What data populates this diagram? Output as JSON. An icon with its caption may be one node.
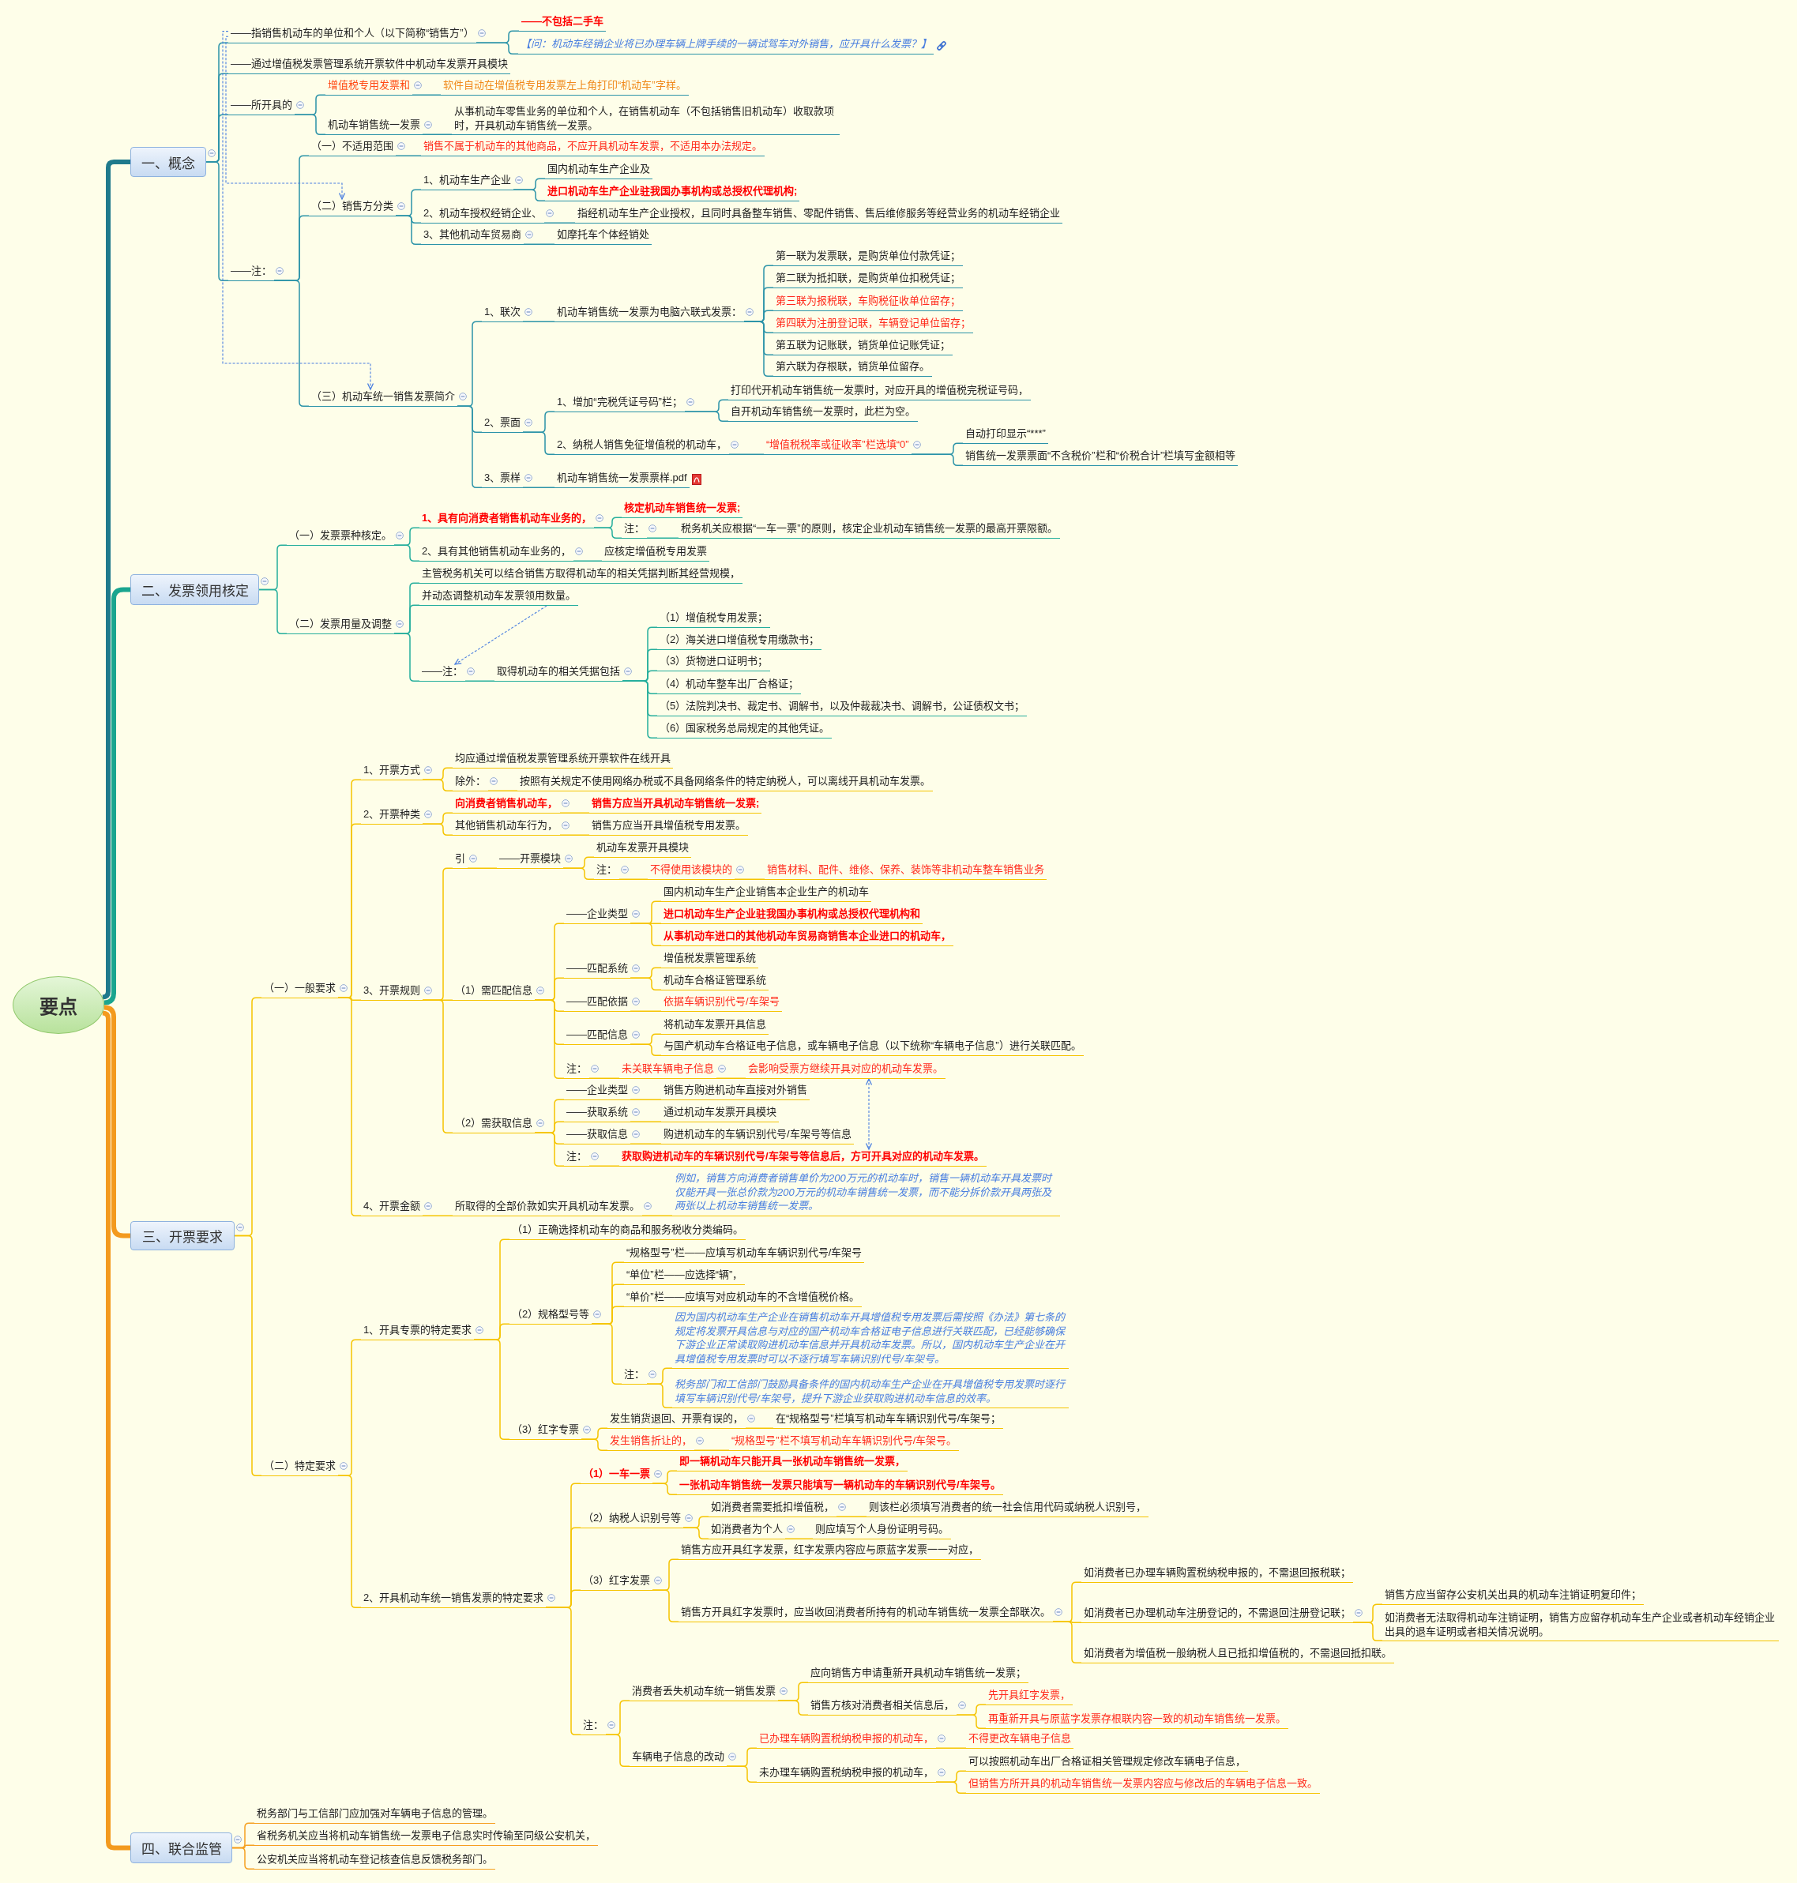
{
  "diagram": {
    "nodes": [
      {
        "text": [
          "要点"
        ]
      },
      {
        "text": [
          "一、概念"
        ]
      },
      {
        "text": [
          "——指销售机动车的单位和个人（以下简称“销售方”）"
        ]
      },
      {
        "text": [
          "——不包括二手车"
        ]
      },
      {
        "text": [
          "【问：机动车经销企业将已办理车辆上牌手续的一辆试驾车对外销售，应开具什么发票？】"
        ]
      },
      {
        "text": [
          "——通过增值税发票管理系统开票软件中机动车发票开具模块"
        ]
      },
      {
        "text": [
          "——所开具的"
        ]
      },
      {
        "text": [
          "增值税专用发票和"
        ]
      },
      {
        "text": [
          "软件自动在增值税专用发票左上角打印“机动车”字样。"
        ]
      },
      {
        "text": [
          "机动车销售统一发票"
        ]
      },
      {
        "text": [
          "从事机动车零售业务的单位和个人，在销售机动车（不包括销售旧机动车）收取款项时，开具机动车销售统一发票。"
        ]
      },
      {
        "text": [
          "——注："
        ]
      },
      {
        "text": [
          "（一）不适用范围"
        ]
      },
      {
        "text": [
          "销售不属于机动车的其他商品，不应开具机动车发票，不适用本办法规定。"
        ]
      },
      {
        "text": [
          "（二）销售方分类"
        ]
      },
      {
        "text": [
          "1、机动车生产企业"
        ]
      },
      {
        "text": [
          "国内机动车生产企业及"
        ]
      },
      {
        "text": [
          "进口机动车生产企业驻我国办事机构或总授权代理机构;"
        ]
      },
      {
        "text": [
          "2、机动车授权经销企业、"
        ]
      },
      {
        "text": [
          "指经机动车生产企业授权，且同时具备整车销售、零配件销售、售后维修服务等经营业务的机动车经销企业"
        ]
      },
      {
        "text": [
          "3、其他机动车贸易商"
        ]
      },
      {
        "text": [
          "如摩托车个体经销处"
        ]
      },
      {
        "text": [
          "（三）机动车统一销售发票简介"
        ]
      },
      {
        "text": [
          "1、联次"
        ]
      },
      {
        "text": [
          "机动车销售统一发票为电脑六联式发票："
        ]
      },
      {
        "text": [
          "第一联为发票联，是购货单位付款凭证；"
        ]
      },
      {
        "text": [
          "第二联为抵扣联，是购货单位扣税凭证；"
        ]
      },
      {
        "text": [
          "第三联为报税联，车购税征收单位留存；"
        ]
      },
      {
        "text": [
          "第四联为注册登记联，车辆登记单位留存；"
        ]
      },
      {
        "text": [
          "第五联为记账联，销货单位记账凭证；"
        ]
      },
      {
        "text": [
          "第六联为存根联，销货单位留存。"
        ]
      },
      {
        "text": [
          "2、票面"
        ]
      },
      {
        "text": [
          "1、增加“完税凭证号码”栏；"
        ]
      },
      {
        "text": [
          "打印代开机动车销售统一发票时，对应开具的增值税完税证号码，"
        ]
      },
      {
        "text": [
          "自开机动车销售统一发票时，此栏为空。"
        ]
      },
      {
        "text": [
          "2、纳税人销售免征增值税的机动车，"
        ]
      },
      {
        "text": [
          "“增值税税率或征收率”栏选填“0”"
        ]
      },
      {
        "text": [
          "自动打印显示“***”"
        ]
      },
      {
        "text": [
          "销售统一发票票面“不含税价”栏和“价税合计”栏填写金额相等"
        ]
      },
      {
        "text": [
          "3、票样"
        ]
      },
      {
        "text": [
          "机动车销售统一发票票样.pdf"
        ]
      },
      {
        "text": [
          "二、发票领用核定"
        ]
      },
      {
        "text": [
          "（一）发票票种核定。"
        ]
      },
      {
        "text": [
          "1、具有向消费者销售机动车业务的，"
        ]
      },
      {
        "text": [
          "核定机动车销售统一发票;"
        ]
      },
      {
        "text": [
          "注："
        ]
      },
      {
        "text": [
          "税务机关应根据“一车一票”的原则，核定企业机动车销售统一发票的最高开票限额。"
        ]
      },
      {
        "text": [
          "2、具有其他销售机动车业务的，"
        ]
      },
      {
        "text": [
          "应核定增值税专用发票"
        ]
      },
      {
        "text": [
          "（二）发票用量及调整"
        ]
      },
      {
        "text": [
          "主管税务机关可以结合销售方取得机动车的相关凭据判断其经营规模，"
        ]
      },
      {
        "text": [
          "并动态调整机动车发票领用数量。"
        ]
      },
      {
        "text": [
          "——注："
        ]
      },
      {
        "text": [
          "取得机动车的相关凭据包括"
        ]
      },
      {
        "text": [
          "（1）增值税专用发票；"
        ]
      },
      {
        "text": [
          "（2）海关进口增值税专用缴款书；"
        ]
      },
      {
        "text": [
          "（3）货物进口证明书；"
        ]
      },
      {
        "text": [
          "（4）机动车整车出厂合格证；"
        ]
      },
      {
        "text": [
          "（5）法院判决书、裁定书、调解书，以及仲裁裁决书、调解书，公证债权文书；"
        ]
      },
      {
        "text": [
          "（6）国家税务总局规定的其他凭证。"
        ]
      },
      {
        "text": [
          "三、开票要求"
        ]
      },
      {
        "text": [
          "（一）一般要求"
        ]
      },
      {
        "text": [
          "1、开票方式"
        ]
      },
      {
        "text": [
          "均应通过增值税发票管理系统开票软件在线开具"
        ]
      },
      {
        "text": [
          "除外："
        ]
      },
      {
        "text": [
          "按照有关规定不使用网络办税或不具备网络条件的特定纳税人，可以离线开具机动车发票。"
        ]
      },
      {
        "text": [
          "2、开票种类"
        ]
      },
      {
        "text": [
          "向消费者销售机动车，"
        ]
      },
      {
        "text": [
          "销售方应当开具机动车销售统一发票;"
        ]
      },
      {
        "text": [
          "其他销售机动车行为，"
        ]
      },
      {
        "text": [
          "销售方应当开具增值税专用发票。"
        ]
      },
      {
        "text": [
          "3、开票规则"
        ]
      },
      {
        "text": [
          "引"
        ]
      },
      {
        "text": [
          "——开票模块"
        ]
      },
      {
        "text": [
          "机动车发票开具模块"
        ]
      },
      {
        "text": [
          "注："
        ]
      },
      {
        "text": [
          "不得使用该模块的"
        ]
      },
      {
        "text": [
          "销售材料、配件、维修、保养、装饰等非机动车整车销售业务"
        ]
      },
      {
        "text": [
          "（1）需匹配信息"
        ]
      },
      {
        "text": [
          "——企业类型"
        ]
      },
      {
        "text": [
          "国内机动车生产企业销售本企业生产的机动车"
        ]
      },
      {
        "text": [
          "进口机动车生产企业驻我国办事机构或总授权代理机构和"
        ]
      },
      {
        "text": [
          "从事机动车进口的其他机动车贸易商销售本企业进口的机动车，"
        ]
      },
      {
        "text": [
          "——匹配系统"
        ]
      },
      {
        "text": [
          "增值税发票管理系统"
        ]
      },
      {
        "text": [
          "机动车合格证管理系统"
        ]
      },
      {
        "text": [
          "——匹配依据"
        ]
      },
      {
        "text": [
          "依据车辆识别代号/车架号"
        ]
      },
      {
        "text": [
          "——匹配信息"
        ]
      },
      {
        "text": [
          "将机动车发票开具信息"
        ]
      },
      {
        "text": [
          "与国产机动车合格证电子信息，或车辆电子信息（以下统称“车辆电子信息”）进行关联匹配。"
        ]
      },
      {
        "text": [
          "注："
        ]
      },
      {
        "text": [
          "未关联车辆电子信息"
        ]
      },
      {
        "text": [
          "会影响受票方继续开具对应的机动车发票。"
        ]
      },
      {
        "text": [
          "（2）需获取信息"
        ]
      },
      {
        "text": [
          "——企业类型"
        ]
      },
      {
        "text": [
          "销售方购进机动车直接对外销售"
        ]
      },
      {
        "text": [
          "——获取系统"
        ]
      },
      {
        "text": [
          "通过机动车发票开具模块"
        ]
      },
      {
        "text": [
          "——获取信息"
        ]
      },
      {
        "text": [
          "购进机动车的车辆识别代号/车架号等信息"
        ]
      },
      {
        "text": [
          "注："
        ]
      },
      {
        "text": [
          "获取购进机动车的车辆识别代号/车架号等信息后，方可开具对应的机动车发票。"
        ]
      },
      {
        "text": [
          "4、开票金额"
        ]
      },
      {
        "text": [
          "所取得的全部价款如实开具机动车发票。"
        ]
      },
      {
        "text": [
          "例如，销售方向消费者销售单价为200万元的机动车时，销售一辆机动车开具发票时仅能开具一张总价款为200万元的机动车销售统一发票，而不能分拆价款开具两张及两张以上机动车销售统一发票。"
        ]
      },
      {
        "text": [
          "（二）特定要求"
        ]
      },
      {
        "text": [
          "1、开具专票的特定要求"
        ]
      },
      {
        "text": [
          "（1）正确选择机动车的商品和服务税收分类编码。"
        ]
      },
      {
        "text": [
          "（2）规格型号等"
        ]
      },
      {
        "text": [
          "“规格型号”栏——应填写机动车车辆识别代号/车架号"
        ]
      },
      {
        "text": [
          "“单位”栏——应选择“辆”，"
        ]
      },
      {
        "text": [
          "“单价”栏——应填写对应机动车的不含增值税价格。"
        ]
      },
      {
        "text": [
          "注："
        ]
      },
      {
        "text": [
          "因为国内机动车生产企业在销售机动车开具增值税专用发票后需按照《办法》第七条的规定将发票开具信息与对应的国产机动车合格证电子信息进行关联匹配，已经能够确保下游企业正常读取购进机动车信息并开具机动车发票。所以，国内机动车生产企业在开具增值税专用发票时可以不逐行填写车辆识别代号/车架号。"
        ]
      },
      {
        "text": [
          "税务部门和工信部门鼓励具备条件的国内机动车生产企业在开具增值税专用发票时逐行填写车辆识别代号/车架号，提升下游企业获取购进机动车信息的效率。"
        ]
      },
      {
        "text": [
          "（3）红字专票"
        ]
      },
      {
        "text": [
          "发生销货退回、开票有误的，"
        ]
      },
      {
        "text": [
          "在“规格型号”栏填写机动车车辆识别代号/车架号；"
        ]
      },
      {
        "text": [
          "发生销售折让的，"
        ]
      },
      {
        "text": [
          "“规格型号”栏不填写机动车车辆识别代号/车架号。"
        ]
      },
      {
        "text": [
          "2、开具机动车统一销售发票的特定要求"
        ]
      },
      {
        "text": [
          "（1）一车一票"
        ]
      },
      {
        "text": [
          "即一辆机动车只能开具一张机动车销售统一发票，"
        ]
      },
      {
        "text": [
          "一张机动车销售统一发票只能填写一辆机动车的车辆识别代号/车架号。"
        ]
      },
      {
        "text": [
          "（2）纳税人识别号等"
        ]
      },
      {
        "text": [
          "如消费者需要抵扣增值税，"
        ]
      },
      {
        "text": [
          "则该栏必须填写消费者的统一社会信用代码或纳税人识别号，"
        ]
      },
      {
        "text": [
          "如消费者为个人"
        ]
      },
      {
        "text": [
          "则应填写个人身份证明号码。"
        ]
      },
      {
        "text": [
          "（3）红字发票"
        ]
      },
      {
        "text": [
          "销售方应开具红字发票，红字发票内容应与原蓝字发票一一对应，"
        ]
      },
      {
        "text": [
          "销售方开具红字发票时，应当收回消费者所持有的机动车销售统一发票全部联次。"
        ]
      },
      {
        "text": [
          "如消费者已办理车辆购置税纳税申报的，不需退回报税联；"
        ]
      },
      {
        "text": [
          "如消费者已办理机动车注册登记的，不需退回注册登记联；"
        ]
      },
      {
        "text": [
          "销售方应当留存公安机关出具的机动车注销证明复印件；"
        ]
      },
      {
        "text": [
          "如消费者无法取得机动车注销证明，销售方应留存机动车生产企业或者机动车经销企业出具的退车证明或者相关情况说明。"
        ]
      },
      {
        "text": [
          "如消费者为增值税一般纳税人且已抵扣增值税的，不需退回抵扣联。"
        ]
      },
      {
        "text": [
          "注："
        ]
      },
      {
        "text": [
          "消费者丢失机动车统一销售发票"
        ]
      },
      {
        "text": [
          "应向销售方申请重新开具机动车销售统一发票；"
        ]
      },
      {
        "text": [
          "销售方核对消费者相关信息后，"
        ]
      },
      {
        "text": [
          "先开具红字发票，"
        ]
      },
      {
        "text": [
          "再重新开具与原蓝字发票存根联内容一致的机动车销售统一发票。"
        ]
      },
      {
        "text": [
          "车辆电子信息的改动"
        ]
      },
      {
        "text": [
          "已办理车辆购置税纳税申报的机动车，"
        ]
      },
      {
        "text": [
          "不得更改车辆电子信息"
        ]
      },
      {
        "text": [
          "未办理车辆购置税纳税申报的机动车，"
        ]
      },
      {
        "text": [
          "可以按照机动车出厂合格证相关管理规定修改车辆电子信息，"
        ]
      },
      {
        "text": [
          "但销售方所开具的机动车销售统一发票内容应与修改后的车辆电子信息一致。"
        ]
      },
      {
        "text": [
          "四、联合监管"
        ]
      },
      {
        "text": [
          "税务部门与工信部门应加强对车辆电子信息的管理。"
        ]
      },
      {
        "text": [
          "省税务机关应当将机动车销售统一发票电子信息实时传输至同级公安机关，"
        ]
      },
      {
        "text": [
          "公安机关应当将机动车登记核查信息反馈税务部门。"
        ]
      }
    ],
    "edges": [
      {
        "from": 0,
        "to": 1,
        "arrow": "none",
        "style": "thick",
        "color": "#1f7a8c"
      },
      {
        "from": 1,
        "to": 2,
        "arrow": "none",
        "color": "#2b93a8"
      },
      {
        "from": 2,
        "to": 3,
        "arrow": "none",
        "color": "#2b93a8"
      },
      {
        "from": 2,
        "to": 4,
        "arrow": "none",
        "color": "#2b93a8"
      },
      {
        "from": 1,
        "to": 5,
        "arrow": "none",
        "color": "#2b93a8"
      },
      {
        "from": 1,
        "to": 6,
        "arrow": "none",
        "color": "#2b93a8"
      },
      {
        "from": 6,
        "to": 7,
        "arrow": "none",
        "color": "#2b93a8"
      },
      {
        "from": 7,
        "to": 8,
        "arrow": "none",
        "color": "#2b93a8"
      },
      {
        "from": 6,
        "to": 9,
        "arrow": "none",
        "color": "#2b93a8"
      },
      {
        "from": 9,
        "to": 10,
        "arrow": "none",
        "color": "#2b93a8"
      },
      {
        "from": 1,
        "to": 11,
        "arrow": "none",
        "color": "#2b93a8"
      },
      {
        "from": 11,
        "to": 12,
        "arrow": "none",
        "color": "#2b93a8"
      },
      {
        "from": 12,
        "to": 13,
        "arrow": "none",
        "color": "#2b93a8"
      },
      {
        "from": 11,
        "to": 14,
        "arrow": "none",
        "color": "#2b93a8"
      },
      {
        "from": 14,
        "to": 15,
        "arrow": "none",
        "color": "#2b93a8"
      },
      {
        "from": 15,
        "to": 16,
        "arrow": "none",
        "color": "#2b93a8"
      },
      {
        "from": 15,
        "to": 17,
        "arrow": "none",
        "color": "#2b93a8"
      },
      {
        "from": 14,
        "to": 18,
        "arrow": "none",
        "color": "#2b93a8"
      },
      {
        "from": 18,
        "to": 19,
        "arrow": "none",
        "color": "#2b93a8"
      },
      {
        "from": 14,
        "to": 20,
        "arrow": "none",
        "color": "#2b93a8"
      },
      {
        "from": 20,
        "to": 21,
        "arrow": "none",
        "color": "#2b93a8"
      },
      {
        "from": 11,
        "to": 22,
        "arrow": "none",
        "color": "#2b93a8"
      },
      {
        "from": 22,
        "to": 23,
        "arrow": "none",
        "color": "#2b93a8"
      },
      {
        "from": 23,
        "to": 24,
        "arrow": "none",
        "color": "#2b93a8"
      },
      {
        "from": 24,
        "to": 25,
        "arrow": "none",
        "color": "#2b93a8"
      },
      {
        "from": 24,
        "to": 26,
        "arrow": "none",
        "color": "#2b93a8"
      },
      {
        "from": 24,
        "to": 27,
        "arrow": "none",
        "color": "#2b93a8"
      },
      {
        "from": 24,
        "to": 28,
        "arrow": "none",
        "color": "#2b93a8"
      },
      {
        "from": 24,
        "to": 29,
        "arrow": "none",
        "color": "#2b93a8"
      },
      {
        "from": 24,
        "to": 30,
        "arrow": "none",
        "color": "#2b93a8"
      },
      {
        "from": 22,
        "to": 31,
        "arrow": "none",
        "color": "#2b93a8"
      },
      {
        "from": 31,
        "to": 32,
        "arrow": "none",
        "color": "#2b93a8"
      },
      {
        "from": 32,
        "to": 33,
        "arrow": "none",
        "color": "#2b93a8"
      },
      {
        "from": 32,
        "to": 34,
        "arrow": "none",
        "color": "#2b93a8"
      },
      {
        "from": 31,
        "to": 35,
        "arrow": "none",
        "color": "#2b93a8"
      },
      {
        "from": 35,
        "to": 36,
        "arrow": "none",
        "color": "#2b93a8"
      },
      {
        "from": 36,
        "to": 37,
        "arrow": "none",
        "color": "#2b93a8"
      },
      {
        "from": 36,
        "to": 38,
        "arrow": "none",
        "color": "#2b93a8"
      },
      {
        "from": 22,
        "to": 39,
        "arrow": "none",
        "color": "#2b93a8"
      },
      {
        "from": 39,
        "to": 40,
        "arrow": "none",
        "color": "#2b93a8"
      },
      {
        "from": 0,
        "to": 41,
        "arrow": "none",
        "style": "thick",
        "color": "#1aa58f"
      },
      {
        "from": 41,
        "to": 42,
        "arrow": "none",
        "color": "#25ae9c"
      },
      {
        "from": 42,
        "to": 43,
        "arrow": "none",
        "color": "#25ae9c"
      },
      {
        "from": 43,
        "to": 44,
        "arrow": "none",
        "color": "#25ae9c"
      },
      {
        "from": 43,
        "to": 45,
        "arrow": "none",
        "color": "#25ae9c"
      },
      {
        "from": 45,
        "to": 46,
        "arrow": "none",
        "color": "#25ae9c"
      },
      {
        "from": 42,
        "to": 47,
        "arrow": "none",
        "color": "#25ae9c"
      },
      {
        "from": 47,
        "to": 48,
        "arrow": "none",
        "color": "#25ae9c"
      },
      {
        "from": 41,
        "to": 49,
        "arrow": "none",
        "color": "#25ae9c"
      },
      {
        "from": 49,
        "to": 50,
        "arrow": "none",
        "color": "#25ae9c"
      },
      {
        "from": 49,
        "to": 51,
        "arrow": "none",
        "color": "#25ae9c"
      },
      {
        "from": 49,
        "to": 52,
        "arrow": "none",
        "color": "#25ae9c"
      },
      {
        "from": 52,
        "to": 53,
        "arrow": "none",
        "color": "#25ae9c"
      },
      {
        "from": 53,
        "to": 54,
        "arrow": "none",
        "color": "#25ae9c"
      },
      {
        "from": 53,
        "to": 55,
        "arrow": "none",
        "color": "#25ae9c"
      },
      {
        "from": 53,
        "to": 56,
        "arrow": "none",
        "color": "#25ae9c"
      },
      {
        "from": 53,
        "to": 57,
        "arrow": "none",
        "color": "#25ae9c"
      },
      {
        "from": 53,
        "to": 58,
        "arrow": "none",
        "color": "#25ae9c"
      },
      {
        "from": 53,
        "to": 59,
        "arrow": "none",
        "color": "#25ae9c"
      },
      {
        "from": 0,
        "to": 60,
        "arrow": "none",
        "style": "thick",
        "color": "#f39a1e"
      },
      {
        "from": 60,
        "to": 61,
        "arrow": "none"
      },
      {
        "from": 61,
        "to": 62,
        "arrow": "none"
      },
      {
        "from": 62,
        "to": 63,
        "arrow": "none"
      },
      {
        "from": 62,
        "to": 64,
        "arrow": "none"
      },
      {
        "from": 64,
        "to": 65,
        "arrow": "none"
      },
      {
        "from": 61,
        "to": 66,
        "arrow": "none"
      },
      {
        "from": 66,
        "to": 67,
        "arrow": "none"
      },
      {
        "from": 67,
        "to": 68,
        "arrow": "none"
      },
      {
        "from": 66,
        "to": 69,
        "arrow": "none"
      },
      {
        "from": 69,
        "to": 70,
        "arrow": "none"
      },
      {
        "from": 61,
        "to": 71,
        "arrow": "none"
      },
      {
        "from": 71,
        "to": 72,
        "arrow": "none"
      },
      {
        "from": 72,
        "to": 73,
        "arrow": "none"
      },
      {
        "from": 73,
        "to": 74,
        "arrow": "none"
      },
      {
        "from": 73,
        "to": 75,
        "arrow": "none"
      },
      {
        "from": 75,
        "to": 76,
        "arrow": "none"
      },
      {
        "from": 76,
        "to": 77,
        "arrow": "none"
      },
      {
        "from": 71,
        "to": 78,
        "arrow": "none"
      },
      {
        "from": 78,
        "to": 79,
        "arrow": "none"
      },
      {
        "from": 79,
        "to": 80,
        "arrow": "none"
      },
      {
        "from": 79,
        "to": 81,
        "arrow": "none"
      },
      {
        "from": 79,
        "to": 82,
        "arrow": "none"
      },
      {
        "from": 78,
        "to": 83,
        "arrow": "none"
      },
      {
        "from": 83,
        "to": 84,
        "arrow": "none"
      },
      {
        "from": 83,
        "to": 85,
        "arrow": "none"
      },
      {
        "from": 78,
        "to": 86,
        "arrow": "none"
      },
      {
        "from": 86,
        "to": 87,
        "arrow": "none"
      },
      {
        "from": 78,
        "to": 88,
        "arrow": "none"
      },
      {
        "from": 88,
        "to": 89,
        "arrow": "none"
      },
      {
        "from": 88,
        "to": 90,
        "arrow": "none"
      },
      {
        "from": 78,
        "to": 91,
        "arrow": "none"
      },
      {
        "from": 91,
        "to": 92,
        "arrow": "none"
      },
      {
        "from": 92,
        "to": 93,
        "arrow": "none"
      },
      {
        "from": 71,
        "to": 94,
        "arrow": "none"
      },
      {
        "from": 94,
        "to": 95,
        "arrow": "none"
      },
      {
        "from": 95,
        "to": 96,
        "arrow": "none"
      },
      {
        "from": 94,
        "to": 97,
        "arrow": "none"
      },
      {
        "from": 97,
        "to": 98,
        "arrow": "none"
      },
      {
        "from": 94,
        "to": 99,
        "arrow": "none"
      },
      {
        "from": 99,
        "to": 100,
        "arrow": "none"
      },
      {
        "from": 94,
        "to": 101,
        "arrow": "none"
      },
      {
        "from": 101,
        "to": 102,
        "arrow": "none"
      },
      {
        "from": 61,
        "to": 103,
        "arrow": "none"
      },
      {
        "from": 103,
        "to": 104,
        "arrow": "none"
      },
      {
        "from": 104,
        "to": 105,
        "arrow": "none"
      },
      {
        "from": 60,
        "to": 106,
        "arrow": "none"
      },
      {
        "from": 106,
        "to": 107,
        "arrow": "none"
      },
      {
        "from": 107,
        "to": 108,
        "arrow": "none"
      },
      {
        "from": 107,
        "to": 109,
        "arrow": "none"
      },
      {
        "from": 109,
        "to": 110,
        "arrow": "none"
      },
      {
        "from": 109,
        "to": 111,
        "arrow": "none"
      },
      {
        "from": 109,
        "to": 112,
        "arrow": "none"
      },
      {
        "from": 109,
        "to": 113,
        "arrow": "none"
      },
      {
        "from": 113,
        "to": 114,
        "arrow": "none"
      },
      {
        "from": 113,
        "to": 115,
        "arrow": "none"
      },
      {
        "from": 107,
        "to": 116,
        "arrow": "none"
      },
      {
        "from": 116,
        "to": 117,
        "arrow": "none"
      },
      {
        "from": 117,
        "to": 118,
        "arrow": "none"
      },
      {
        "from": 116,
        "to": 119,
        "arrow": "none"
      },
      {
        "from": 119,
        "to": 120,
        "arrow": "none"
      },
      {
        "from": 106,
        "to": 121,
        "arrow": "none"
      },
      {
        "from": 121,
        "to": 122,
        "arrow": "none"
      },
      {
        "from": 122,
        "to": 123,
        "arrow": "none"
      },
      {
        "from": 122,
        "to": 124,
        "arrow": "none"
      },
      {
        "from": 121,
        "to": 125,
        "arrow": "none"
      },
      {
        "from": 125,
        "to": 126,
        "arrow": "none"
      },
      {
        "from": 126,
        "to": 127,
        "arrow": "none"
      },
      {
        "from": 125,
        "to": 128,
        "arrow": "none"
      },
      {
        "from": 128,
        "to": 129,
        "arrow": "none"
      },
      {
        "from": 121,
        "to": 130,
        "arrow": "none"
      },
      {
        "from": 130,
        "to": 131,
        "arrow": "none"
      },
      {
        "from": 130,
        "to": 132,
        "arrow": "none"
      },
      {
        "from": 132,
        "to": 133,
        "arrow": "none"
      },
      {
        "from": 132,
        "to": 134,
        "arrow": "none"
      },
      {
        "from": 134,
        "to": 135,
        "arrow": "none"
      },
      {
        "from": 134,
        "to": 136,
        "arrow": "none"
      },
      {
        "from": 132,
        "to": 137,
        "arrow": "none"
      },
      {
        "from": 121,
        "to": 138,
        "arrow": "none"
      },
      {
        "from": 138,
        "to": 139,
        "arrow": "none"
      },
      {
        "from": 139,
        "to": 140,
        "arrow": "none"
      },
      {
        "from": 139,
        "to": 141,
        "arrow": "none"
      },
      {
        "from": 141,
        "to": 142,
        "arrow": "none"
      },
      {
        "from": 141,
        "to": 143,
        "arrow": "none"
      },
      {
        "from": 138,
        "to": 144,
        "arrow": "none"
      },
      {
        "from": 144,
        "to": 145,
        "arrow": "none"
      },
      {
        "from": 145,
        "to": 146,
        "arrow": "none"
      },
      {
        "from": 144,
        "to": 147,
        "arrow": "none"
      },
      {
        "from": 147,
        "to": 148,
        "arrow": "none"
      },
      {
        "from": 147,
        "to": 149,
        "arrow": "none"
      },
      {
        "from": 0,
        "to": 150,
        "arrow": "none",
        "style": "thick",
        "color": "#f39a1e"
      },
      {
        "from": 150,
        "to": 151,
        "arrow": "none",
        "color": "#f5a020"
      },
      {
        "from": 150,
        "to": 152,
        "arrow": "none",
        "color": "#f5a020"
      },
      {
        "from": 150,
        "to": 153,
        "arrow": "none",
        "color": "#f5a020"
      },
      {
        "from": 2,
        "to": 14,
        "arrow": "to",
        "style": "dashed",
        "color": "#4a7fe0"
      },
      {
        "from": 2,
        "to": 22,
        "arrow": "to",
        "style": "dashed",
        "color": "#4a7fe0"
      },
      {
        "from": 51,
        "to": 52,
        "arrow": "to",
        "style": "dashed",
        "color": "#4a7fe0"
      },
      {
        "from": 93,
        "to": 102,
        "arrow": "both",
        "style": "dashed",
        "color": "#4a7fe0"
      }
    ]
  }
}
